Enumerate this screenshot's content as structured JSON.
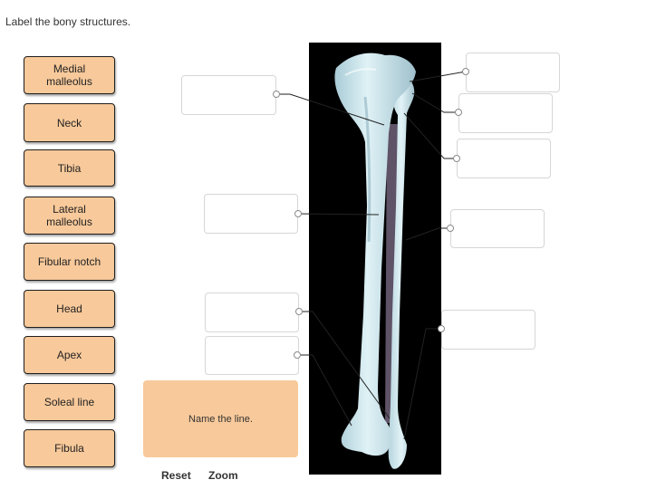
{
  "instruction": "Label the bony structures.",
  "labels": [
    {
      "text": "Medial\nmalleolus"
    },
    {
      "text": "Neck"
    },
    {
      "text": "Tibia"
    },
    {
      "text": "Lateral\nmalleolus"
    },
    {
      "text": "Fibular notch"
    },
    {
      "text": "Head"
    },
    {
      "text": "Apex"
    },
    {
      "text": "Soleal line"
    },
    {
      "text": "Fibula"
    }
  ],
  "hint": "Name the line.",
  "controls": {
    "reset": "Reset",
    "zoom": "Zoom"
  },
  "colors": {
    "chip": "#f8c99a",
    "bone": "#cfe7ee",
    "background": "#000000"
  }
}
